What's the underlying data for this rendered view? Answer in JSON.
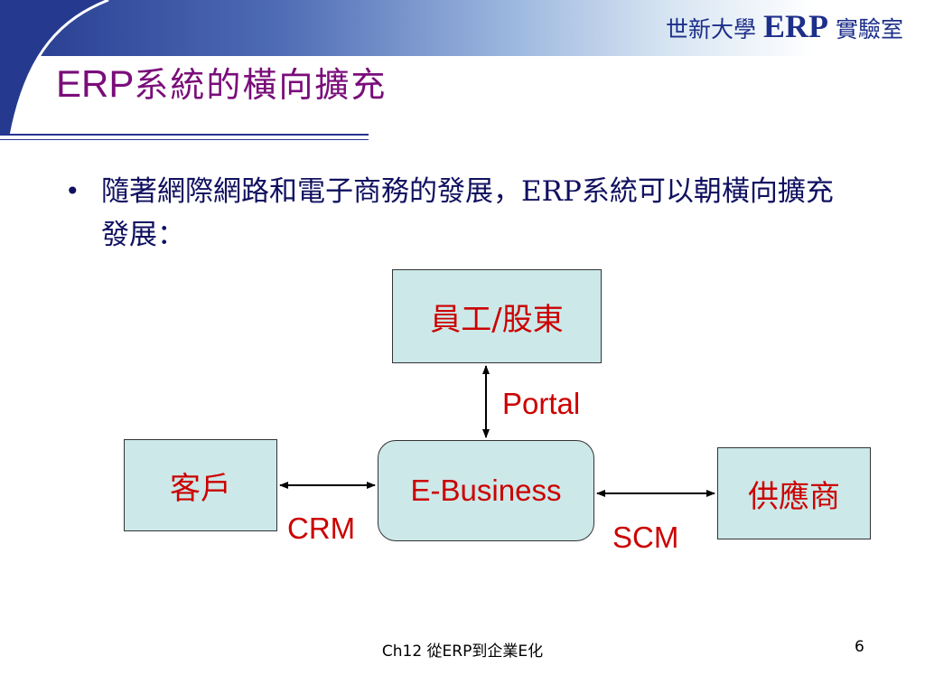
{
  "header": {
    "brand_left": "世新大學",
    "brand_erp": "ERP",
    "brand_right": "實驗室"
  },
  "slide": {
    "title_erp": "ERP",
    "title_rest": "系統的橫向擴充",
    "bullet_marker": "•",
    "bullet_text": "隨著網際網路和電子商務的發展，ERP系統可以朝橫向擴充發展："
  },
  "diagram": {
    "nodes": {
      "stakeholders": "員工/股東",
      "customer": "客戶",
      "ebusiness": "E-Business",
      "supplier": "供應商"
    },
    "edges": {
      "portal": "Portal",
      "crm": "CRM",
      "scm": "SCM"
    }
  },
  "footer": {
    "center_text": "Ch12 從ERP到企業E化",
    "page_number": "6"
  },
  "colors": {
    "header_blue": "#253a8e",
    "title_purple": "#7a0d7a",
    "node_fill": "#cce8e8",
    "label_red": "#cc0000",
    "body_text": "#101060"
  }
}
